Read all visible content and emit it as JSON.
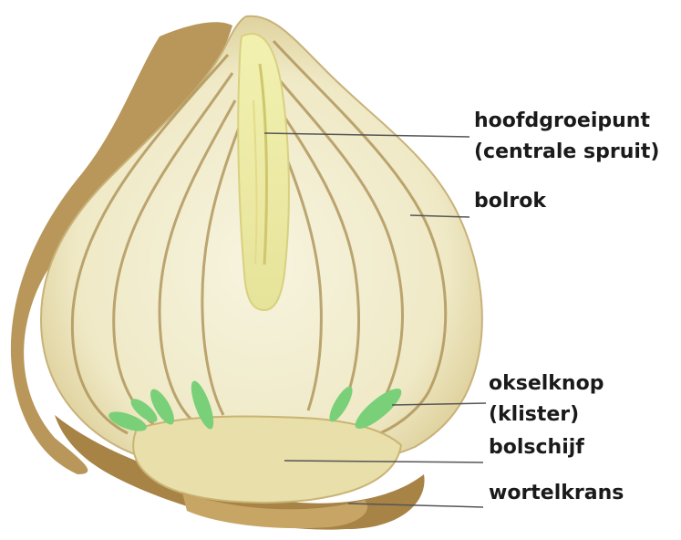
{
  "labels": {
    "growing_point_line1": "hoofdgroeipunt",
    "growing_point_line2": "(centrale spruit)",
    "scales": "bolrok",
    "axillary_bud_line1": "okselknop",
    "axillary_bud_line2": "(klister)",
    "basal_plate": "bolschijf",
    "root_ring": "wortelkrans"
  },
  "colors": {
    "dry_skin": "#b08a4a",
    "flesh": "#f4f0d6",
    "scale_lines": "#a88a4a",
    "shoot": "#eef09a",
    "bud_green": "#7ed27a",
    "leader_line": "#555555"
  }
}
